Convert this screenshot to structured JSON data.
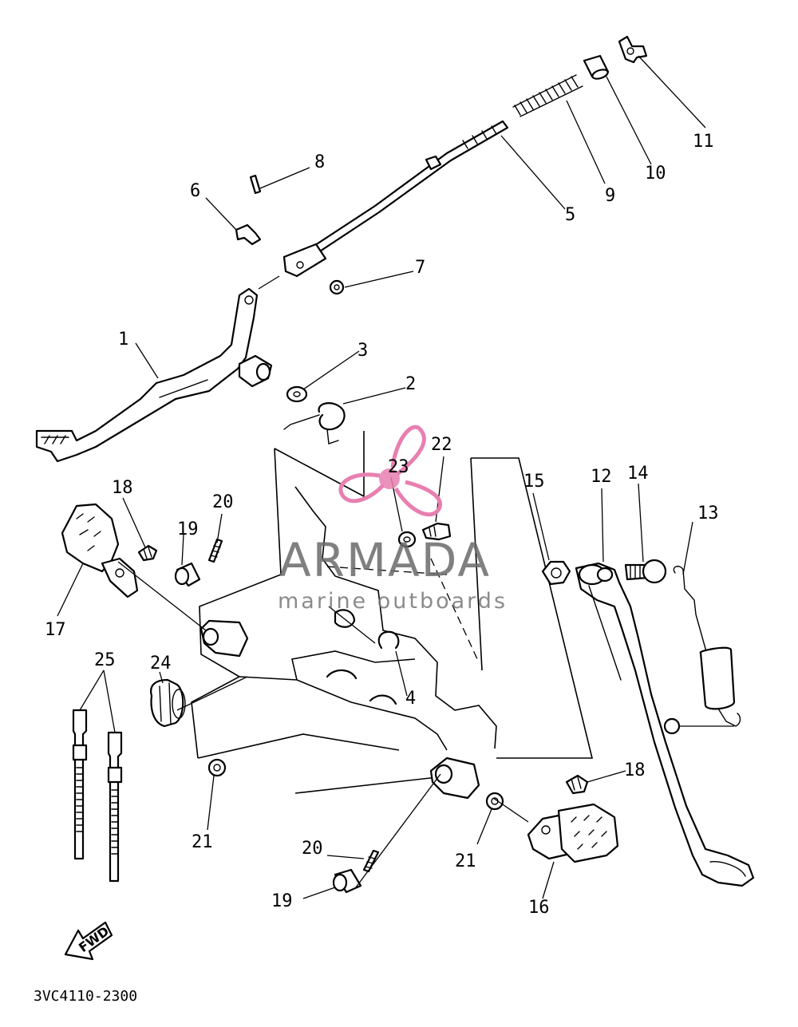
{
  "diagram": {
    "part_code": "3VC4110-2300",
    "direction_label": "FWD",
    "callouts": [
      "1",
      "2",
      "3",
      "4",
      "5",
      "6",
      "7",
      "8",
      "9",
      "10",
      "11",
      "12",
      "13",
      "14",
      "15",
      "16",
      "17",
      "18",
      "18",
      "19",
      "19",
      "20",
      "20",
      "21",
      "21",
      "22",
      "23",
      "24",
      "25"
    ]
  },
  "watermark": {
    "brand": "ARMADA",
    "tagline": "marine outboards",
    "logo_color": "#e87fb0",
    "text_color": "#6a6a6a"
  }
}
